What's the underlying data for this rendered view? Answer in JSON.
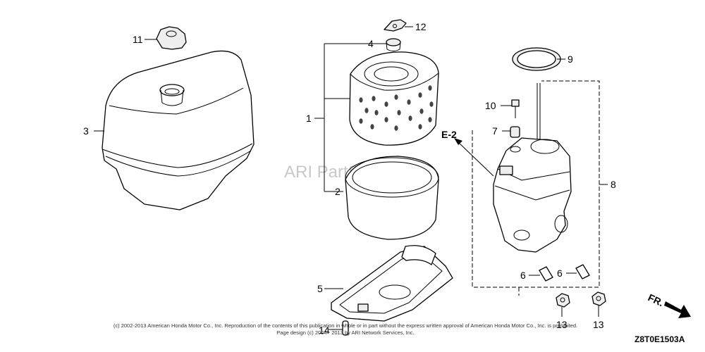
{
  "watermark": {
    "text": "ARI PartStream",
    "tm": "™"
  },
  "callouts": [
    {
      "id": "c1",
      "text": "1"
    },
    {
      "id": "c2",
      "text": "2"
    },
    {
      "id": "c3",
      "text": "3"
    },
    {
      "id": "c4",
      "text": "4"
    },
    {
      "id": "c5",
      "text": "5"
    },
    {
      "id": "c6a",
      "text": "6"
    },
    {
      "id": "c6b",
      "text": "6"
    },
    {
      "id": "c7",
      "text": "7"
    },
    {
      "id": "c8",
      "text": "8"
    },
    {
      "id": "c9",
      "text": "9"
    },
    {
      "id": "c10",
      "text": "10"
    },
    {
      "id": "c11",
      "text": "11"
    },
    {
      "id": "c12",
      "text": "12"
    },
    {
      "id": "c13a",
      "text": "13"
    },
    {
      "id": "c13b",
      "text": "13"
    },
    {
      "id": "c14",
      "text": "14"
    }
  ],
  "reference_label": "E-2",
  "direction_label": "FR.",
  "diagram_code": "Z8T0E1503A",
  "copyright": {
    "line1": "(c) 2002-2013 American Honda Motor Co., Inc. Reproduction of the contents of this publication in whole or in part without the express written approval of American Honda Motor Co., Inc. is prohibited.",
    "line2": "Page design (c) 2004 - 2013 by ARI Network Services, Inc."
  }
}
